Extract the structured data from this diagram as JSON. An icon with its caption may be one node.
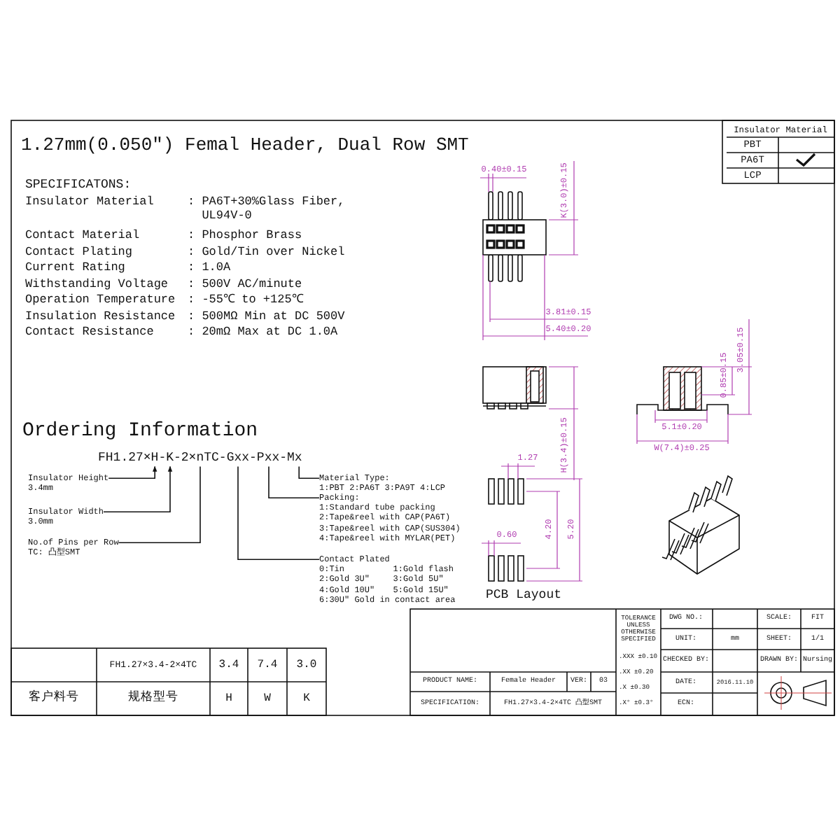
{
  "diagram": {
    "title": "1.27mm(0.050″) Femal Header, Dual Row SMT",
    "nodes": [
      {
        "text": [
          "Insulator Height",
          "3.4mm"
        ]
      },
      {
        "text": [
          "Insulator Width",
          "3.0mm"
        ]
      },
      {
        "text": [
          "No.of Pins per Row",
          "TC: 凸型SMT"
        ]
      },
      {
        "text": [
          "Contact Plated",
          "0:Tin",
          "1:Gold flash",
          "2:Gold 3U″",
          "3:Gold 5U″",
          "4:Gold 10U″",
          "5:Gold 15U″",
          "6:30U″ Gold in contact area"
        ]
      },
      {
        "text": [
          "Packing:",
          "1:Standard tube packing",
          "2:Tape&reel with CAP(PA6T)",
          "3:Tape&reel with CAP(SUS304)",
          "4:Tape&reel with MYLAR(PET)"
        ]
      },
      {
        "text": [
          "Material Type:",
          "1:PBT 2:PA6T 3:PA9T 4:LCP"
        ]
      },
      {
        "text": [
          "FH1.27×H-K-2×nTC-Gxx-Pxx-Mx"
        ]
      }
    ],
    "edges": [
      {
        "from": 0,
        "to": 6,
        "arrow": "to"
      },
      {
        "from": 1,
        "to": 6,
        "arrow": "to"
      },
      {
        "from": 2,
        "to": 6,
        "arrow": "none"
      },
      {
        "from": 3,
        "to": 6,
        "arrow": "none"
      },
      {
        "from": 4,
        "to": 6,
        "arrow": "none"
      },
      {
        "from": 5,
        "to": 6,
        "arrow": "none"
      }
    ],
    "labels": [
      "SPECIFICATONS:",
      "Insulator Material",
      ": PA6T+30%Glass Fiber, UL94V-0",
      "Contact Material",
      ": Phosphor Brass",
      "Contact Plating",
      ": Gold/Tin over Nickel",
      "Current Rating",
      ": 1.0A",
      "Withstanding Voltage",
      ": 500V AC/minute",
      "Operation Temperature",
      ": -55℃ to +125℃",
      "Insulation Resistance",
      ": 500MΩ Min at DC 500V",
      "Contact Resistance",
      ": 20mΩ Max at DC 1.0A",
      "Insulator Material",
      "PBT",
      "PA6T",
      "LCP",
      "0.40±0.15",
      "K(3.0)±0.15",
      "3.81±0.15",
      "5.40±0.20",
      "0.85±0.15",
      "3.05±0.15",
      "5.1±0.20",
      "H(3.4)±0.15",
      "W(7.4)±0.25",
      "Ordering Information",
      "1.27",
      "4.20",
      "5.20",
      "0.60",
      "PCB Layout",
      "TOLERANCE UNLESS OTHERWISE SPECIFIED",
      "DWG NO.:",
      "SCALE:",
      "FIT",
      "UNIT:",
      "mm",
      "SHEET:",
      "1/1",
      ".XXX ±0.10",
      ".XX ±0.20",
      ".X ±0.30",
      ".X° ±0.3°",
      "CHECKED BY:",
      "DRAWN BY:",
      "Nursing",
      "PRODUCT NAME:",
      "Female Header",
      "VER:",
      "03",
      "DATE:",
      "2016.11.10",
      "SPECIFICATION:",
      "FH1.27×3.4-2×4TC 凸型SMT",
      "ECN:",
      "FH1.27×3.4-2×4TC",
      "3.4",
      "7.4",
      "3.0",
      "客户料号",
      "规格型号",
      "H",
      "W",
      "K"
    ]
  }
}
